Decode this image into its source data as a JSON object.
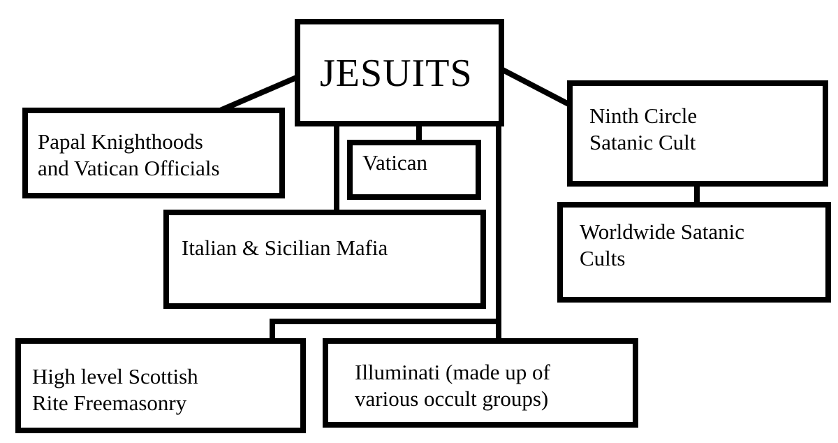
{
  "diagram": {
    "nodes": {
      "jesuits": {
        "lines": [
          "JESUITS"
        ]
      },
      "papal": {
        "lines": [
          "Papal Knighthoods",
          "and Vatican Officials"
        ]
      },
      "vatican": {
        "lines": [
          "Vatican"
        ]
      },
      "ninth_circle": {
        "lines": [
          "Ninth Circle",
          "Satanic Cult"
        ]
      },
      "worldwide": {
        "lines": [
          "Worldwide Satanic",
          "Cults"
        ]
      },
      "mafia": {
        "lines": [
          "Italian & Sicilian Mafia"
        ]
      },
      "scottish": {
        "lines": [
          "High level Scottish",
          "Rite Freemasonry"
        ]
      },
      "illuminati": {
        "lines": [
          "Illuminati (made up of",
          "various occult groups)"
        ]
      }
    },
    "edges": [
      {
        "from": "jesuits",
        "to": "papal"
      },
      {
        "from": "jesuits",
        "to": "vatican"
      },
      {
        "from": "jesuits",
        "to": "ninth_circle"
      },
      {
        "from": "jesuits",
        "to": "mafia"
      },
      {
        "from": "jesuits",
        "to": "scottish"
      },
      {
        "from": "jesuits",
        "to": "illuminati"
      },
      {
        "from": "ninth_circle",
        "to": "worldwide"
      }
    ],
    "colors": {
      "stroke": "#000000",
      "background": "#ffffff"
    }
  }
}
